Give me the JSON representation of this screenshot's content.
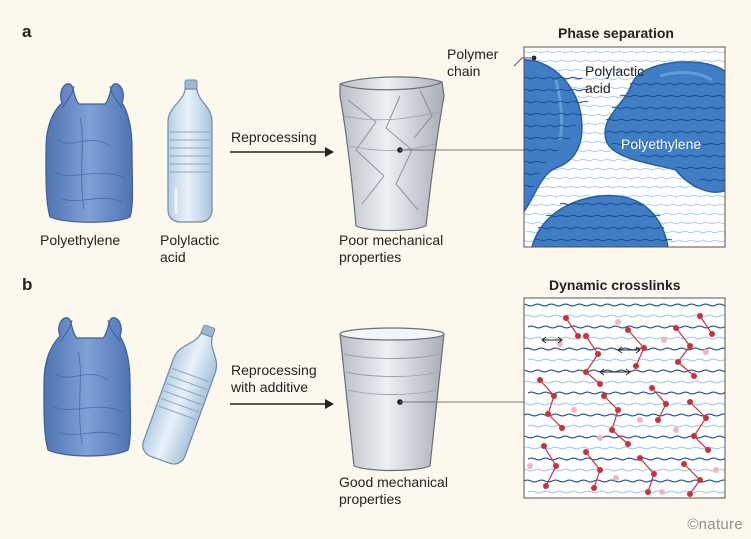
{
  "panels": {
    "a": {
      "letter": "a",
      "title": "Phase separation",
      "arrow_label": "Reprocessing",
      "material_1": "Polyethylene",
      "material_2_line1": "Polylactic",
      "material_2_line2": "acid",
      "result_line1": "Poor mechanical",
      "result_line2": "properties",
      "callout_line1": "Polymer",
      "callout_line2": "chain",
      "inset_pla_line1": "Polylactic",
      "inset_pla_line2": "acid",
      "inset_pe": "Polyethylene"
    },
    "b": {
      "letter": "b",
      "title": "Dynamic crosslinks",
      "arrow_label_line1": "Reprocessing",
      "arrow_label_line2": "with additive",
      "result_line1": "Good mechanical",
      "result_line2": "properties"
    }
  },
  "credit": "©nature",
  "colors": {
    "background": "#fdf8ee",
    "bag_blue": "#6b8fc9",
    "bottle_blue": "#cfe0ef",
    "pe_blob": "#3f7ec4",
    "pla_wave": "#9cc7e6",
    "pe_wave": "#1b4f8f",
    "crosslink_red": "#c8323a",
    "crosslink_pink": "#f0b7bc"
  }
}
